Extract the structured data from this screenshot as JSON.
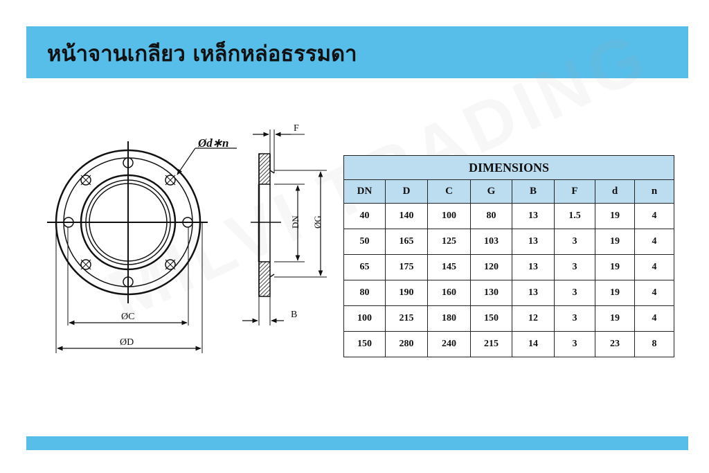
{
  "header": {
    "title": "หน้าจานเกลียว เหล็กหล่อธรรมดา"
  },
  "drawing": {
    "labels": {
      "hole": "Ød∗n",
      "c": "ØC",
      "d": "ØD",
      "f": "F",
      "b": "B",
      "dn": "DN",
      "g": "ØG"
    }
  },
  "table": {
    "caption": "DIMENSIONS",
    "headers": [
      "DN",
      "D",
      "C",
      "G",
      "B",
      "F",
      "d",
      "n"
    ],
    "rows": [
      [
        "40",
        "140",
        "100",
        "80",
        "13",
        "1.5",
        "19",
        "4"
      ],
      [
        "50",
        "165",
        "125",
        "103",
        "13",
        "3",
        "19",
        "4"
      ],
      [
        "65",
        "175",
        "145",
        "120",
        "13",
        "3",
        "19",
        "4"
      ],
      [
        "80",
        "190",
        "160",
        "130",
        "13",
        "3",
        "19",
        "4"
      ],
      [
        "100",
        "215",
        "180",
        "150",
        "12",
        "3",
        "19",
        "4"
      ],
      [
        "150",
        "280",
        "240",
        "215",
        "14",
        "3",
        "23",
        "8"
      ]
    ]
  },
  "watermark": "MILVI TRADING",
  "colors": {
    "band": "#57bde9",
    "table_header": "#bcdcf0"
  }
}
